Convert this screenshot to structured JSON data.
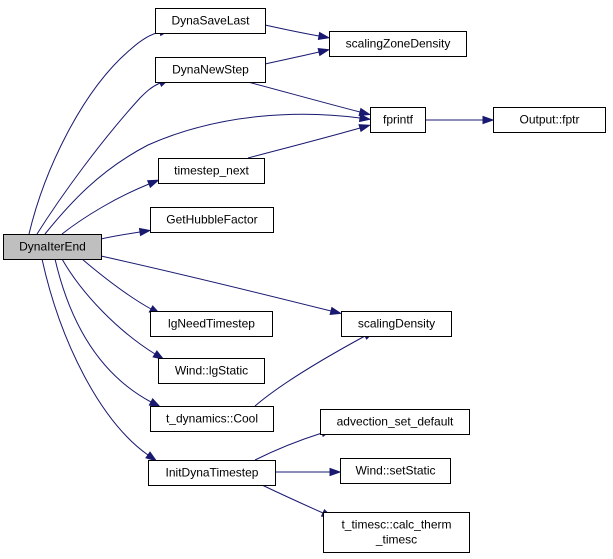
{
  "graph": {
    "root": "DynaIterEnd",
    "edge_color": "#191970",
    "root_fill": "#bfbfbf",
    "nodes": [
      {
        "id": "DynaIterEnd",
        "lines": [
          "DynaIterEnd"
        ],
        "root": true
      },
      {
        "id": "DynaSaveLast",
        "lines": [
          "DynaSaveLast"
        ]
      },
      {
        "id": "DynaNewStep",
        "lines": [
          "DynaNewStep"
        ]
      },
      {
        "id": "timestep_next",
        "lines": [
          "timestep_next"
        ]
      },
      {
        "id": "GetHubbleFactor",
        "lines": [
          "GetHubbleFactor"
        ]
      },
      {
        "id": "lgNeedTimestep",
        "lines": [
          "lgNeedTimestep"
        ]
      },
      {
        "id": "Wind_lgStatic",
        "lines": [
          "Wind::lgStatic"
        ]
      },
      {
        "id": "t_dynamics_Cool",
        "lines": [
          "t_dynamics::Cool"
        ]
      },
      {
        "id": "InitDynaTimestep",
        "lines": [
          "InitDynaTimestep"
        ]
      },
      {
        "id": "scalingZoneDensity",
        "lines": [
          "scalingZoneDensity"
        ]
      },
      {
        "id": "fprintf",
        "lines": [
          "fprintf"
        ]
      },
      {
        "id": "Output_fptr",
        "lines": [
          "Output::fptr"
        ]
      },
      {
        "id": "scalingDensity",
        "lines": [
          "scalingDensity"
        ]
      },
      {
        "id": "advection_set_default",
        "lines": [
          "advection_set_default"
        ]
      },
      {
        "id": "Wind_setStatic",
        "lines": [
          "Wind::setStatic"
        ]
      },
      {
        "id": "t_timesc_calc",
        "lines": [
          "t_timesc::calc_therm",
          "_timesc"
        ]
      }
    ],
    "edges": [
      [
        "DynaIterEnd",
        "DynaSaveLast"
      ],
      [
        "DynaIterEnd",
        "DynaNewStep"
      ],
      [
        "DynaIterEnd",
        "fprintf"
      ],
      [
        "DynaIterEnd",
        "timestep_next"
      ],
      [
        "DynaIterEnd",
        "GetHubbleFactor"
      ],
      [
        "DynaIterEnd",
        "lgNeedTimestep"
      ],
      [
        "DynaIterEnd",
        "scalingDensity"
      ],
      [
        "DynaIterEnd",
        "Wind_lgStatic"
      ],
      [
        "DynaIterEnd",
        "t_dynamics_Cool"
      ],
      [
        "DynaIterEnd",
        "InitDynaTimestep"
      ],
      [
        "DynaSaveLast",
        "scalingZoneDensity"
      ],
      [
        "DynaNewStep",
        "scalingZoneDensity"
      ],
      [
        "DynaNewStep",
        "fprintf"
      ],
      [
        "timestep_next",
        "fprintf"
      ],
      [
        "fprintf",
        "Output_fptr"
      ],
      [
        "t_dynamics_Cool",
        "scalingDensity"
      ],
      [
        "InitDynaTimestep",
        "advection_set_default"
      ],
      [
        "InitDynaTimestep",
        "Wind_setStatic"
      ],
      [
        "InitDynaTimestep",
        "t_timesc_calc"
      ]
    ]
  }
}
